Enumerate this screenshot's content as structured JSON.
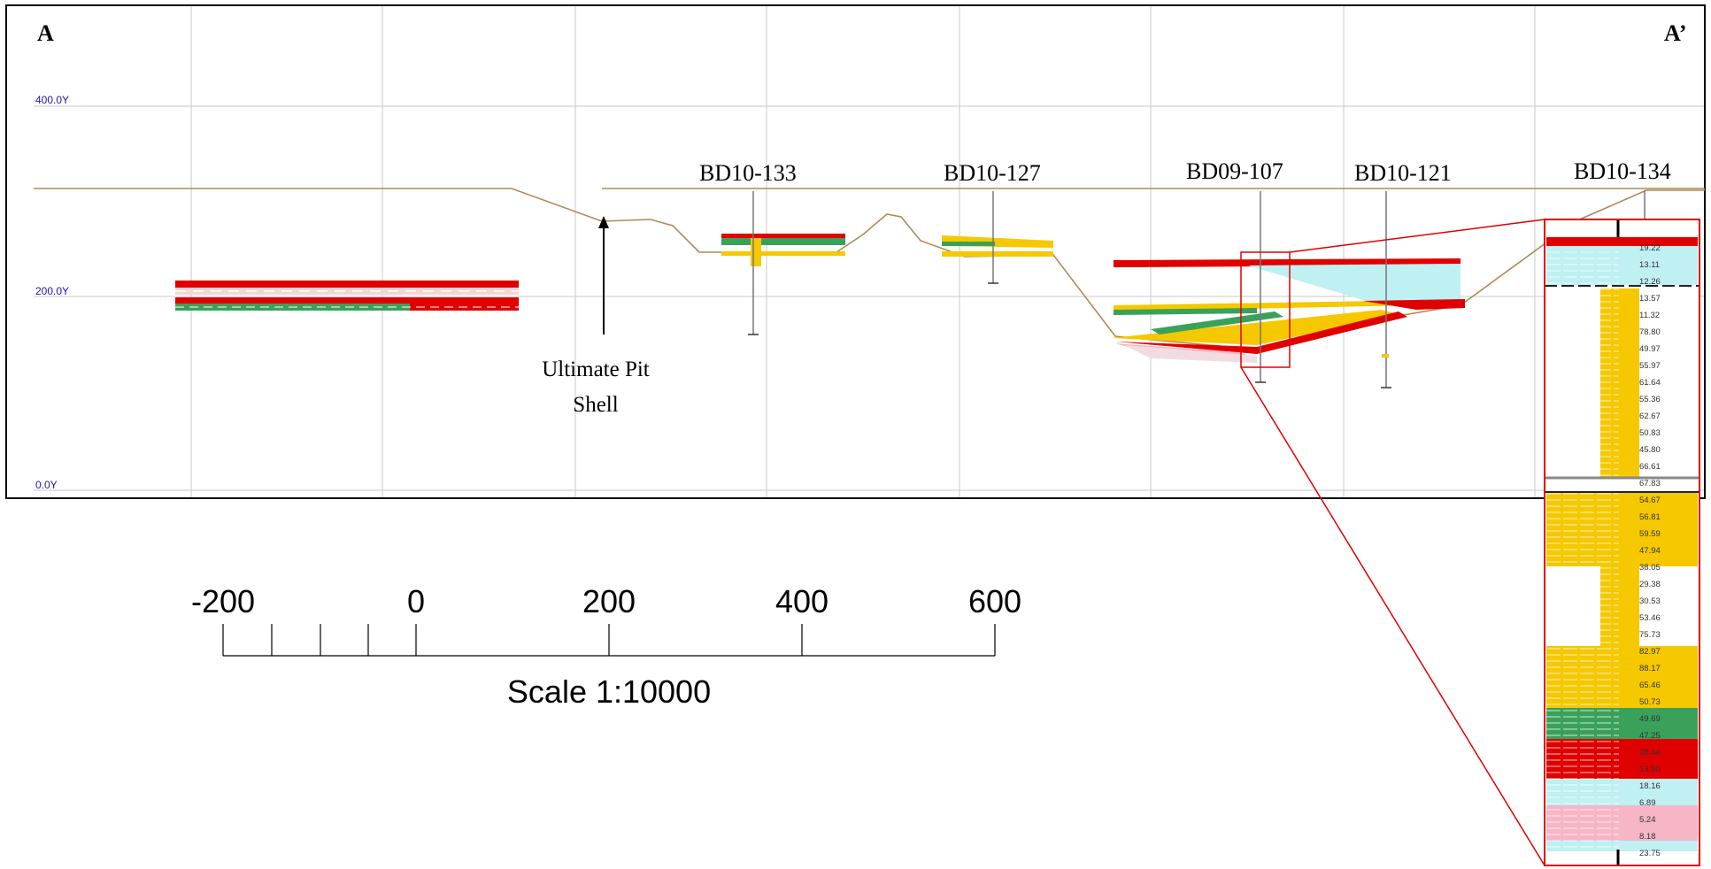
{
  "section": {
    "start_label": "A",
    "end_label": "A’",
    "elevation_labels": [
      "400.0Y",
      "200.0Y",
      "0.0Y"
    ],
    "pit_shell_label_line1": "Ultimate Pit",
    "pit_shell_label_line2": "Shell",
    "drillholes": [
      "BD10-133",
      "BD10-127",
      "BD09-107",
      "BD10-121",
      "BD10-134"
    ]
  },
  "scale_bar": {
    "ticks": [
      "-200",
      "0",
      "200",
      "400",
      "600"
    ],
    "caption": "Scale 1:10000"
  },
  "inset": {
    "assay_values": [
      "19.22",
      "13.11",
      "12.26",
      "13.57",
      "11.32",
      "78.80",
      "49.97",
      "55.97",
      "61.64",
      "55.36",
      "62.67",
      "50.83",
      "45.80",
      "66.61",
      "67.83",
      "54.67",
      "56.81",
      "59.59",
      "47.94",
      "38.05",
      "29.38",
      "30.53",
      "53.46",
      "75.73",
      "82.97",
      "88.17",
      "65.46",
      "50.73",
      "49.69",
      "47.25",
      "38.44",
      "13.90",
      "18.16",
      "6.89",
      "5.24",
      "8.18",
      "23.75"
    ]
  },
  "colors": {
    "frame": "#000000",
    "grid": "#c8c8c8",
    "elev_label": "#1a1aa0",
    "topo": "#b08a55",
    "red": "#e00000",
    "green": "#3aa15a",
    "yellow": "#f5c800",
    "cyan": "#bff0f2",
    "pink": "#f6b6c6",
    "callout": "#e00000"
  }
}
